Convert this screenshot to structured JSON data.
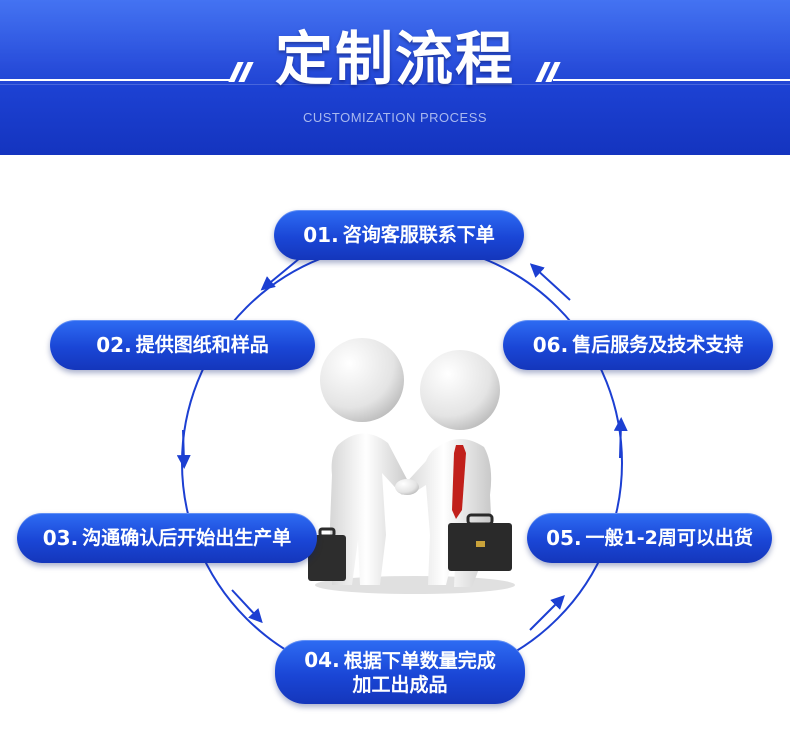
{
  "header": {
    "title": "定制流程",
    "subtitle": "CUSTOMIZATION PROCESS"
  },
  "steps": [
    {
      "num": "01.",
      "text": "咨询客服联系下单"
    },
    {
      "num": "02.",
      "text": "提供图纸和样品"
    },
    {
      "num": "03.",
      "text": "沟通确认后开始出生产单"
    },
    {
      "num": "04.",
      "text": "根据下单数量完成",
      "text2": "加工出成品"
    },
    {
      "num": "05.",
      "text": "一般1-2周可以出货"
    },
    {
      "num": "06.",
      "text": "售后服务及技术支持"
    }
  ],
  "colors": {
    "banner": "#1f45d8",
    "pill": "#1a46d6",
    "ring": "#1c3fd2"
  },
  "illustration": {
    "icon": "handshake-business-figures-icon"
  }
}
